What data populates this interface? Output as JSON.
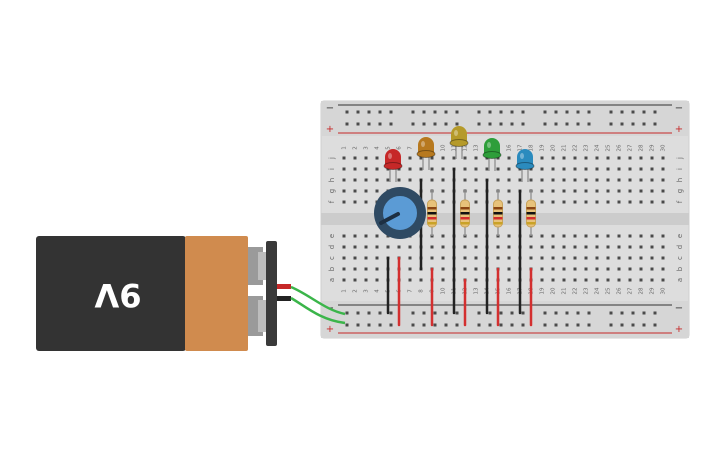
{
  "battery": {
    "label": "9V",
    "body_color": "#333333",
    "band_color": "#D08B4E"
  },
  "breadboard": {
    "columns": [
      "1",
      "2",
      "3",
      "4",
      "5",
      "6",
      "7",
      "8",
      "9",
      "10",
      "11",
      "12",
      "13",
      "14",
      "15",
      "16",
      "17",
      "18",
      "19",
      "20",
      "21",
      "22",
      "23",
      "24",
      "25",
      "26",
      "27",
      "28",
      "29",
      "30"
    ],
    "top_rows": [
      "j",
      "i",
      "h",
      "g",
      "f"
    ],
    "bottom_rows": [
      "e",
      "d",
      "c",
      "b",
      "a"
    ],
    "rail_minus": "−",
    "rail_plus": "+"
  },
  "components": {
    "leds": [
      {
        "color_name": "red",
        "color": "#C62828"
      },
      {
        "color_name": "orange",
        "color": "#B7791F"
      },
      {
        "color_name": "yellow",
        "color": "#B59A2A"
      },
      {
        "color_name": "green",
        "color": "#2E9E3A"
      },
      {
        "color_name": "blue",
        "color": "#2B8BBE"
      }
    ],
    "potentiometer_icon": "potentiometer-icon",
    "resistor_icon": "resistor-icon"
  },
  "wires": {
    "ground_color": "#222222",
    "power_color": "#D32F2F",
    "battery_lead_color": "#3BB54A"
  }
}
